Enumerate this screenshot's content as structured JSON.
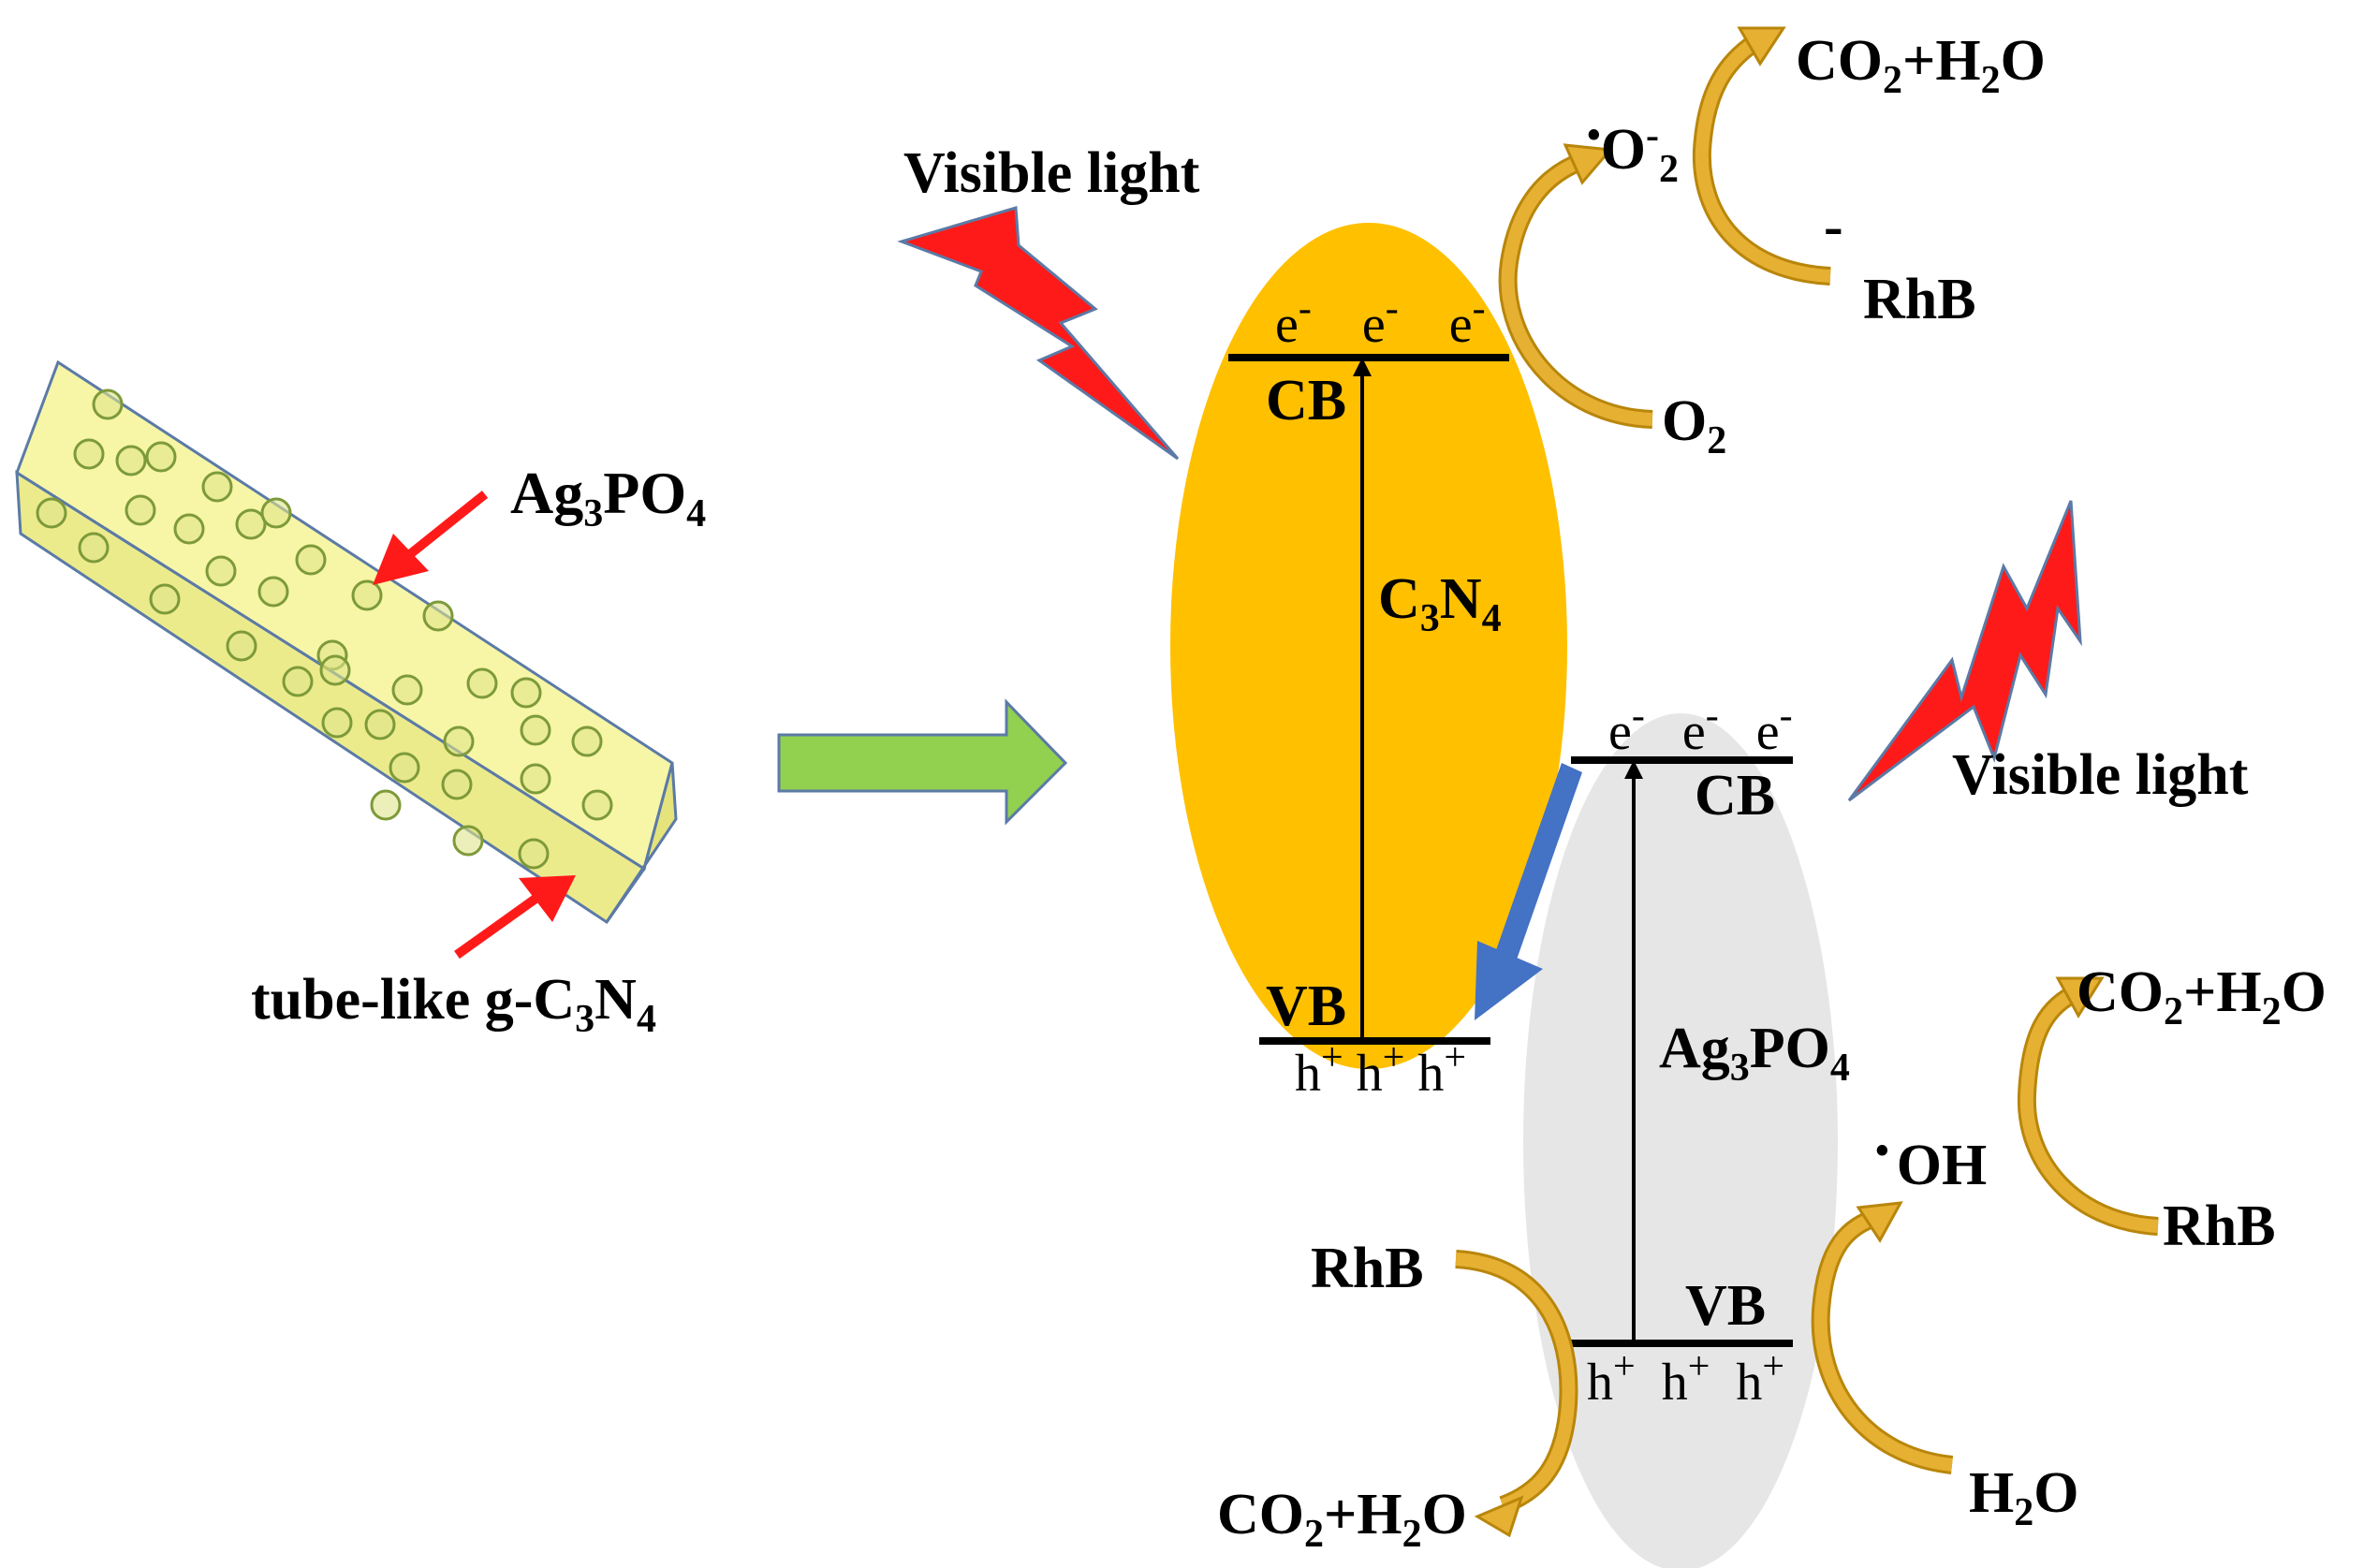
{
  "colors": {
    "background": "#ffffff",
    "tube_fill": "#f7f6a6",
    "tube_side": "#eceb8c",
    "tube_stroke": "#5b7aa6",
    "particle_stroke": "#7d9a3a",
    "particle_fill": "#dfe48a",
    "pointer_arrow": "#ff1a1a",
    "big_arrow": "#92d050",
    "big_arrow_stroke": "#5b7aa6",
    "bolt_fill": "#ff1a1a",
    "bolt_stroke": "#5b7aa6",
    "c3n4_ellipse": "#ffc000",
    "ag3po4_ellipse": "#e6e6e6",
    "transfer_arrow": "#4472c4",
    "curved_arrow": "#e6b032",
    "band_line": "#000000"
  },
  "left": {
    "ag3po4_label": {
      "base": "Ag",
      "sub1": "3",
      "mid": "PO",
      "sub2": "4"
    },
    "tube_label": {
      "text": "tube-like g-C",
      "sub1": "3",
      "mid": "N",
      "sub2": "4"
    }
  },
  "top": {
    "light_label": "Visible light",
    "electrons": [
      "e",
      "e",
      "e"
    ],
    "electron_sign": "-",
    "cb_label": "CB",
    "vb_label": "VB",
    "holes": [
      "h",
      "h",
      "h"
    ],
    "hole_sign": "+",
    "material": {
      "base": "C",
      "sub1": "3",
      "mid": "N",
      "sub2": "4"
    },
    "radical": {
      "dot": "•",
      "base": "O",
      "sup": "-",
      "sub": "2"
    },
    "product": {
      "a": "CO",
      "a_sub": "2",
      "plus": "+H",
      "b_sub": "2",
      "c": "O"
    },
    "reactant_rhb": "RhB",
    "stray_mark": "-",
    "oxygen": {
      "base": "O",
      "sub": "2"
    }
  },
  "bottom": {
    "light_label": "Visible light",
    "electrons": [
      "e",
      "e",
      "e"
    ],
    "electron_sign": "-",
    "cb_label": "CB",
    "vb_label": "VB",
    "holes": [
      "h",
      "h",
      "h"
    ],
    "hole_sign": "+",
    "material": {
      "base": "Ag",
      "sub1": "3",
      "mid": "PO",
      "sub2": "4"
    },
    "radical": {
      "dot": "•",
      "base": "OH"
    },
    "product_right": {
      "a": "CO",
      "a_sub": "2",
      "plus": "+H",
      "b_sub": "2",
      "c": "O"
    },
    "reactant_right": "RhB",
    "reactant_left": "RhB",
    "product_left": {
      "a": "CO",
      "a_sub": "2",
      "plus": "+H",
      "b_sub": "2",
      "c": "O"
    },
    "water": {
      "base": "H",
      "sub": "2",
      "tail": "O"
    }
  }
}
